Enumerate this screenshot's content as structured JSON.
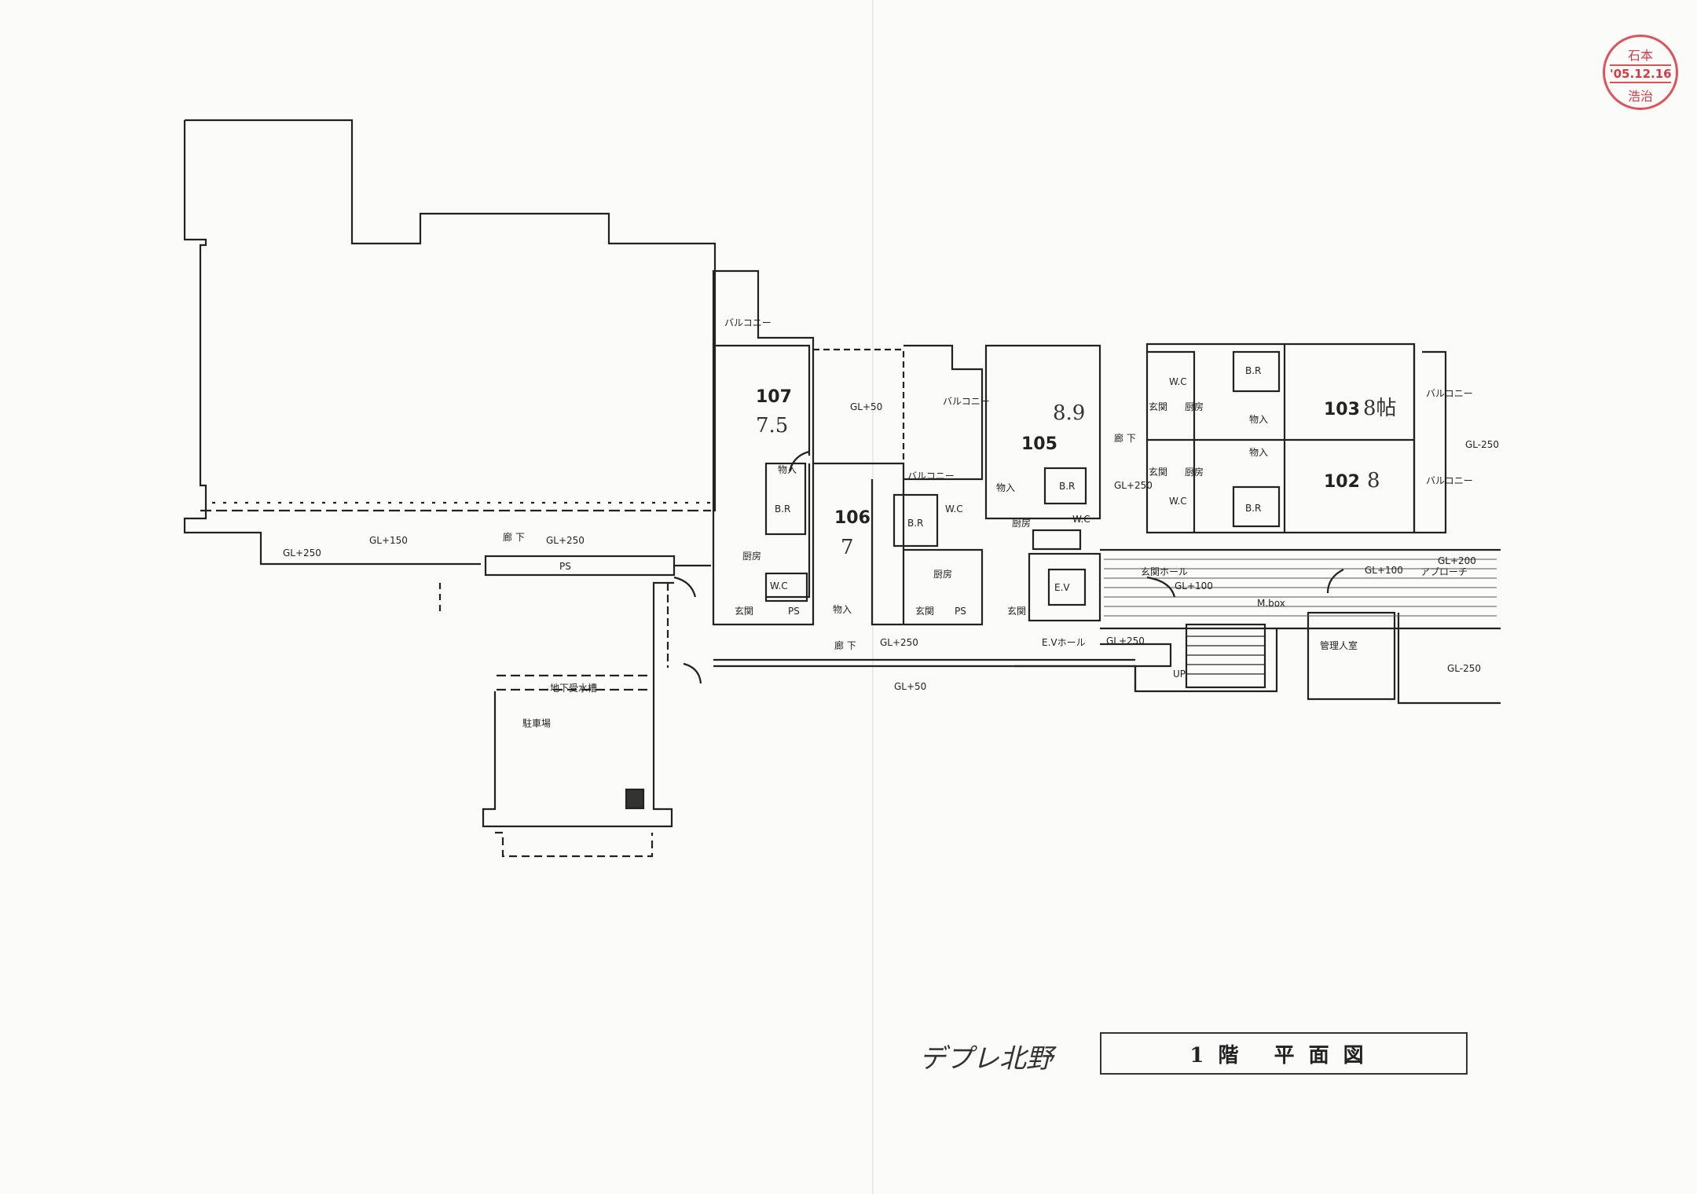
{
  "plan": {
    "rooms": [
      {
        "id": "107",
        "size": "7.5"
      },
      {
        "id": "106",
        "size": "7"
      },
      {
        "id": "105",
        "size": "8.9"
      },
      {
        "id": "103",
        "size": "8帖"
      },
      {
        "id": "102",
        "size": "8"
      }
    ],
    "labels": {
      "balcony": "バルコニー",
      "bath": "B.R",
      "wc": "W.C",
      "kitchen": "厨房",
      "entrance": "玄関",
      "storage": "物入",
      "corridor": "廊 下",
      "ps": "PS",
      "ev": "E.V",
      "ev_hall": "E.Vホール",
      "entrance_hall": "玄関ホール",
      "mbox": "M.box",
      "approach": "アプローチ",
      "manager_room": "管理人室",
      "up": "UP",
      "parking": "駐車場",
      "water_tank": "地下受水槽"
    },
    "levels": {
      "gl_plus_250": "GL+250",
      "gl_plus_150": "GL+150",
      "gl_plus_50": "GL+50",
      "gl_plus_100": "GL+100",
      "gl_plus_200": "GL+200",
      "gl_minus_250": "GL-250"
    }
  },
  "title_block": {
    "building_name": "デプレ北野",
    "drawing_title": "1階 平面図"
  },
  "stamp": {
    "line1": "石本",
    "line2": "'05.12.16",
    "line3": "浩治"
  }
}
